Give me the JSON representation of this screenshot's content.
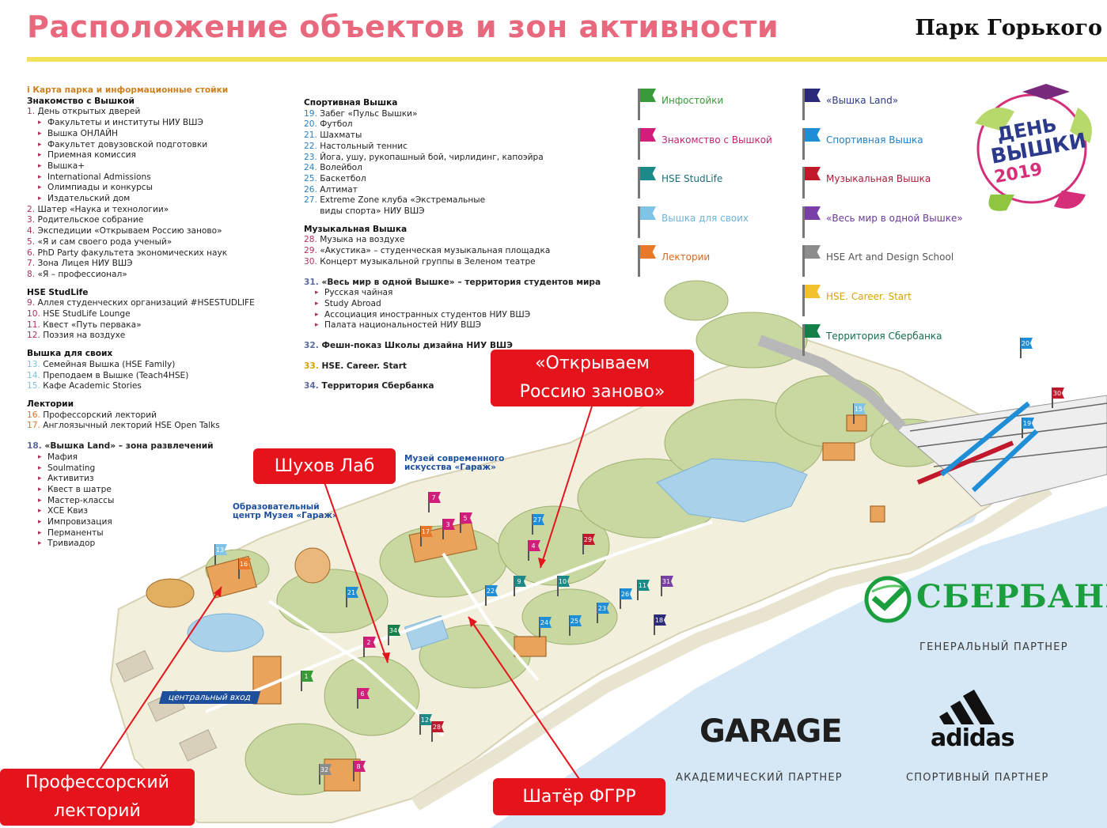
{
  "header": {
    "title": "Расположение объектов и зон активности",
    "brand": "Парк Горького"
  },
  "info_line": "i Карта парка и информационные стойки",
  "col1": [
    {
      "type": "sec",
      "text": "Знакомство с Вышкой"
    },
    {
      "type": "item",
      "n": "1.",
      "text": " День открытых дверей"
    },
    {
      "type": "sub",
      "text": "Факультеты и институты НИУ ВШЭ"
    },
    {
      "type": "sub",
      "text": "Вышка ОНЛАЙН"
    },
    {
      "type": "sub",
      "text": "Факультет довузовской подготовки"
    },
    {
      "type": "sub",
      "text": "Приемная комиссия"
    },
    {
      "type": "sub",
      "text": "Вышка+"
    },
    {
      "type": "sub",
      "text": "International Admissions"
    },
    {
      "type": "sub",
      "text": "Олимпиады и конкурсы"
    },
    {
      "type": "sub",
      "text": "Издательский дом"
    },
    {
      "type": "item",
      "n": "2.",
      "text": " Шатер «Наука и технологии»"
    },
    {
      "type": "item",
      "n": "3.",
      "text": " Родительское собрание"
    },
    {
      "type": "item",
      "n": "4.",
      "text": " Экспедиции «Открываем Россию заново»"
    },
    {
      "type": "item",
      "n": "5.",
      "text": " «Я и сам своего рода ученый»"
    },
    {
      "type": "item",
      "n": "6.",
      "text": " PhD Party факультета экономических наук"
    },
    {
      "type": "item",
      "n": "7.",
      "text": " Зона Лицея НИУ ВШЭ"
    },
    {
      "type": "item",
      "n": "8.",
      "text": " «Я – профессионал»"
    },
    {
      "type": "sec",
      "text": "HSE StudLife"
    },
    {
      "type": "item",
      "n": "9.",
      "text": " Аллея студенческих организаций #HSESTUDLIFE"
    },
    {
      "type": "item",
      "n": "10.",
      "text": " HSE StudLife Lounge"
    },
    {
      "type": "item",
      "n": "11.",
      "text": " Квест «Путь первака»"
    },
    {
      "type": "item",
      "n": "12.",
      "text": " Поэзия на воздухе"
    },
    {
      "type": "sec",
      "text": "Вышка для своих"
    },
    {
      "type": "item",
      "n": "13.",
      "text": " Семейная Вышка (HSE Family)",
      "c": "lb"
    },
    {
      "type": "item",
      "n": "14.",
      "text": " Преподаем в Вышке (Teach4HSE)",
      "c": "lb"
    },
    {
      "type": "item",
      "n": "15.",
      "text": " Кафе Academic Stories",
      "c": "lb"
    },
    {
      "type": "sec",
      "text": "Лектории"
    },
    {
      "type": "item",
      "n": "16.",
      "text": " Профессорский лекторий",
      "c": "o"
    },
    {
      "type": "item",
      "n": "17.",
      "text": " Англоязычный лекторий HSE Open Talks",
      "c": "o"
    },
    {
      "type": "gap"
    },
    {
      "type": "itemb",
      "n": "18.",
      "text": " «Вышка Land» – зона развлечений",
      "c": "d"
    },
    {
      "type": "sub",
      "text": "Мафия"
    },
    {
      "type": "sub",
      "text": "Soulmating"
    },
    {
      "type": "sub",
      "text": "Активитиз"
    },
    {
      "type": "sub",
      "text": "Квест в шатре"
    },
    {
      "type": "sub",
      "text": "Мастер-классы"
    },
    {
      "type": "sub",
      "text": "ХСЕ Квиз"
    },
    {
      "type": "sub",
      "text": "Импровизация"
    },
    {
      "type": "sub",
      "text": "Перманенты"
    },
    {
      "type": "sub",
      "text": "Тривиадор"
    }
  ],
  "col2": [
    {
      "type": "sec",
      "text": "Спортивная Вышка"
    },
    {
      "type": "item",
      "n": "19.",
      "text": " Забег «Пульс Вышки»",
      "c": "b"
    },
    {
      "type": "item",
      "n": "20.",
      "text": " Футбол",
      "c": "b"
    },
    {
      "type": "item",
      "n": "21.",
      "text": " Шахматы",
      "c": "b"
    },
    {
      "type": "item",
      "n": "22.",
      "text": " Настольный теннис",
      "c": "b"
    },
    {
      "type": "item",
      "n": "23.",
      "text": " Йога, ушу, рукопашный бой, чирлидинг, капоэйра",
      "c": "b"
    },
    {
      "type": "item",
      "n": "24.",
      "text": " Волейбол",
      "c": "b"
    },
    {
      "type": "item",
      "n": "25.",
      "text": " Баскетбол",
      "c": "b"
    },
    {
      "type": "item",
      "n": "26.",
      "text": " Алтимат",
      "c": "b"
    },
    {
      "type": "item",
      "n": "27.",
      "text": " Extreme Zone клуба «Экстремальные",
      "c": "b"
    },
    {
      "type": "plain",
      "text": "      виды спорта» НИУ ВШЭ"
    },
    {
      "type": "sec",
      "text": "Музыкальная Вышка"
    },
    {
      "type": "item",
      "n": "28.",
      "text": " Музыка на воздухе"
    },
    {
      "type": "item",
      "n": "29.",
      "text": " «Акустика» – студенческая музыкальная площадка"
    },
    {
      "type": "item",
      "n": "30.",
      "text": " Концерт музыкальной группы в Зеленом театре"
    },
    {
      "type": "gap"
    },
    {
      "type": "itemb",
      "n": "31.",
      "text": " «Весь мир в одной Вышке» – территория студентов мира",
      "c": "d"
    },
    {
      "type": "sub",
      "text": "Русская чайная"
    },
    {
      "type": "sub",
      "text": "Study Abroad"
    },
    {
      "type": "sub",
      "text": "Ассоциация иностранных студентов НИУ ВШЭ"
    },
    {
      "type": "sub",
      "text": "Палата национальностей НИУ ВШЭ"
    },
    {
      "type": "gap"
    },
    {
      "type": "itemb",
      "n": "32.",
      "text": " Фешн-показ Школы дизайна НИУ ВШЭ",
      "c": "d"
    },
    {
      "type": "gap"
    },
    {
      "type": "itemb",
      "n": "33.",
      "text": " HSE. Career. Start",
      "c": "y"
    },
    {
      "type": "gap"
    },
    {
      "type": "itemb",
      "n": "34.",
      "text": " Территория Сбербанка",
      "c": "d"
    }
  ],
  "legend": [
    {
      "label": "Инфостойки",
      "color": "#3a9a3a",
      "text_color": "#3a9a3a"
    },
    {
      "label": "Знакомство с Вышкой",
      "color": "#d01e7a",
      "text_color": "#c0246e"
    },
    {
      "label": "HSE StudLife",
      "color": "#1d8a8a",
      "text_color": "#1a6e7a"
    },
    {
      "label": "Вышка для своих",
      "color": "#7fc3e6",
      "text_color": "#6ab3d8"
    },
    {
      "label": "Лектории",
      "color": "#e8792b",
      "text_color": "#d9681e"
    },
    {
      "label": "«Вышка Land»",
      "color": "#2b2a7a",
      "text_color": "#2b3a8a"
    },
    {
      "label": "Спортивная Вышка",
      "color": "#1f8ed6",
      "text_color": "#1f7ec6"
    },
    {
      "label": "Музыкальная Вышка",
      "color": "#c2182b",
      "text_color": "#a8203a"
    },
    {
      "label": "«Весь мир в одной Вышке»",
      "color": "#7a3fa6",
      "text_color": "#6b3a96"
    },
    {
      "label": "HSE Art and Design School",
      "color": "#8c8c8c",
      "text_color": "#555555"
    },
    {
      "label": "HSE. Career. Start",
      "color": "#f2c12e",
      "text_color": "#d9a400"
    },
    {
      "label": "Территория Сбербанка",
      "color": "#13804a",
      "text_color": "#13704a"
    }
  ],
  "day_logo": {
    "line1": "ДЕНЬ",
    "line2": "ВЫШКИ",
    "year": "2019"
  },
  "map_labels": {
    "museum": [
      "Музей современного",
      "искусства «Гараж»"
    ],
    "edu_center": [
      "Образовательный",
      "центр Музея «Гараж»"
    ],
    "entrance": "центральный вход"
  },
  "callouts": {
    "expeditions": [
      "«Открываем",
      "Россию заново»"
    ],
    "shukhov": "Шухов Лаб",
    "lecture_hall": [
      "Профессорский",
      "лекторий"
    ],
    "tent": "Шатёр ФГРР"
  },
  "partners": {
    "sber_name": "СБЕРБАНК",
    "sber_role": "ГЕНЕРАЛЬНЫЙ ПАРТНЕР",
    "garage_name": "GARAGE",
    "garage_role": "АКАДЕМИЧЕСКИЙ ПАРТНЕР",
    "adidas_name": "adidas",
    "adidas_role": "СПОРТИВНЫЙ ПАРТНЕР"
  },
  "map_flags": [
    {
      "n": "1",
      "color": "#3a9a3a"
    },
    {
      "n": "2",
      "color": "#d01e7a"
    },
    {
      "n": "3",
      "color": "#d01e7a"
    },
    {
      "n": "4",
      "color": "#d01e7a"
    },
    {
      "n": "5",
      "color": "#d01e7a"
    },
    {
      "n": "6",
      "color": "#d01e7a"
    },
    {
      "n": "7",
      "color": "#d01e7a"
    },
    {
      "n": "8",
      "color": "#d01e7a"
    },
    {
      "n": "9",
      "color": "#1d8a8a"
    },
    {
      "n": "10",
      "color": "#1d8a8a"
    },
    {
      "n": "11",
      "color": "#1d8a8a"
    },
    {
      "n": "12",
      "color": "#1d8a8a"
    },
    {
      "n": "13",
      "color": "#7fc3e6"
    },
    {
      "n": "15",
      "color": "#7fc3e6"
    },
    {
      "n": "16",
      "color": "#e8792b"
    },
    {
      "n": "17",
      "color": "#e8792b"
    },
    {
      "n": "18",
      "color": "#2b2a7a"
    },
    {
      "n": "19",
      "color": "#1f8ed6"
    },
    {
      "n": "20",
      "color": "#1f8ed6"
    },
    {
      "n": "21",
      "color": "#1f8ed6"
    },
    {
      "n": "22",
      "color": "#1f8ed6"
    },
    {
      "n": "23",
      "color": "#1f8ed6"
    },
    {
      "n": "24",
      "color": "#1f8ed6"
    },
    {
      "n": "25",
      "color": "#1f8ed6"
    },
    {
      "n": "26",
      "color": "#1f8ed6"
    },
    {
      "n": "27",
      "color": "#1f8ed6"
    },
    {
      "n": "28",
      "color": "#c2182b"
    },
    {
      "n": "29",
      "color": "#c2182b"
    },
    {
      "n": "30",
      "color": "#c2182b"
    },
    {
      "n": "31",
      "color": "#7a3fa6"
    },
    {
      "n": "32",
      "color": "#8c8c8c"
    },
    {
      "n": "34",
      "color": "#13804a"
    }
  ]
}
